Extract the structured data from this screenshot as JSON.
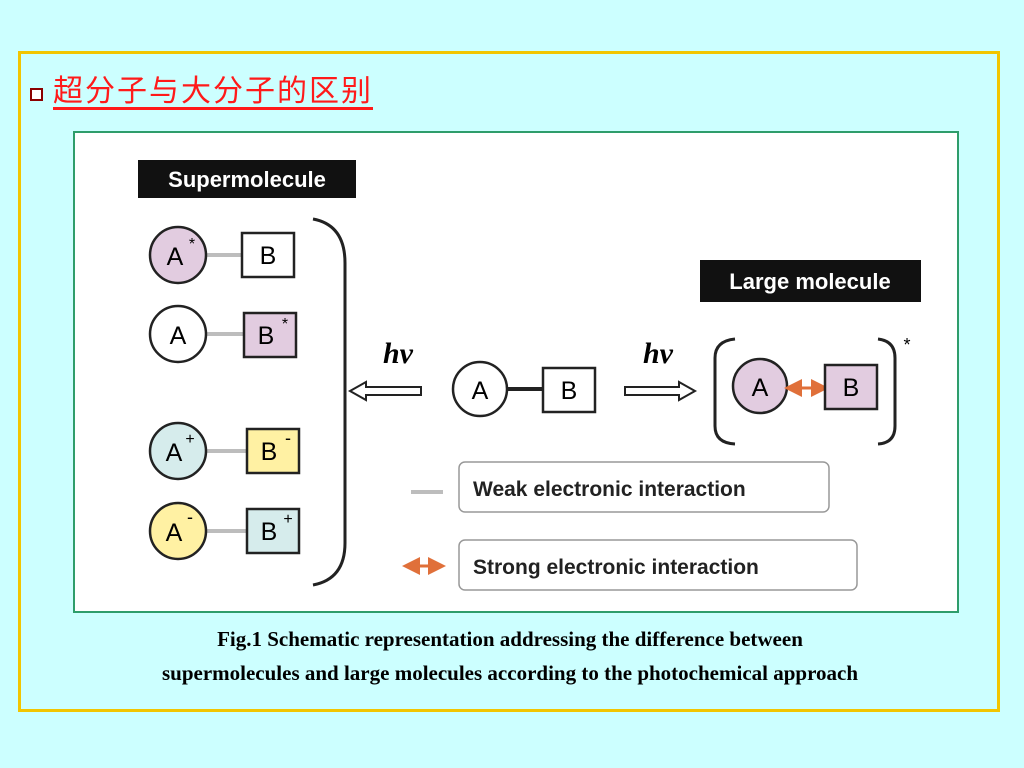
{
  "title": "超分子与大分子的区别",
  "diagram": {
    "supermolecule_label": "Supermolecule",
    "large_molecule_label": "Large molecule",
    "pairs": [
      {
        "a": "A",
        "a_sup": "*",
        "b": "B",
        "b_sup": ""
      },
      {
        "a": "A",
        "a_sup": "",
        "b": "B",
        "b_sup": "*"
      },
      {
        "a": "A",
        "a_sup": "+",
        "b": "B",
        "b_sup": "-"
      },
      {
        "a": "A",
        "a_sup": "-",
        "b": "B",
        "b_sup": "+"
      }
    ],
    "center": {
      "a": "A",
      "b": "B"
    },
    "excited": {
      "a": "A",
      "b": "B",
      "star": "*"
    },
    "hv_left": "hν",
    "hv_right": "hν",
    "legend_weak": "Weak electronic interaction",
    "legend_strong": "Strong electronic interaction"
  },
  "caption": {
    "line1": "Fig.1 Schematic representation addressing the difference between",
    "line2": "supermolecules and large molecules according to the photochemical approach"
  },
  "colors": {
    "frame": "#f2c500",
    "figure_border": "#2e9d6b",
    "title": "#ff1a1a",
    "excited_fill": "#e2cce0",
    "cation_fill": "#d6ecec",
    "anion_fill": "#fff1a3",
    "strong_arrow": "#e0703a",
    "weak_line": "#bdbdbd"
  }
}
